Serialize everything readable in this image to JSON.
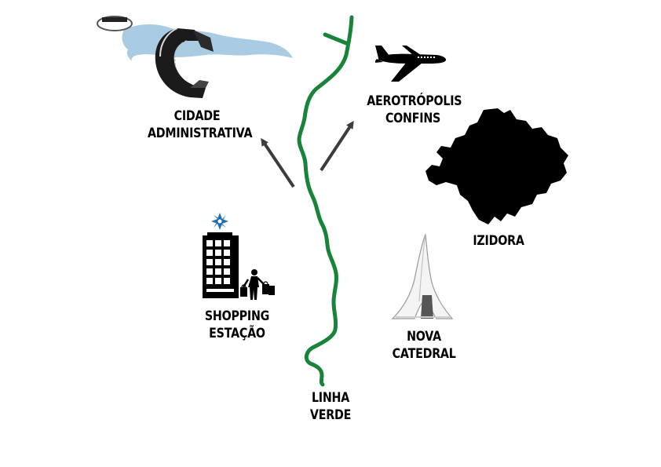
{
  "labels": {
    "cidade_administrativa": [
      "CIDADE",
      "ADMINISTRATIVA"
    ],
    "aerotropolis_confins": [
      "AEROTRÓPOLIS",
      "CONFINS"
    ],
    "izidora": [
      "IZIDORA"
    ],
    "shopping_estacao": [
      "SHOPPING",
      "ESTAÇÃO"
    ],
    "nova_catedral": [
      "NOVA",
      "CATEDRAL"
    ],
    "linha_verde": [
      "LINHA",
      "VERDE"
    ]
  },
  "colors": {
    "line": "#17843a",
    "arrow": "#3c3c3c",
    "sky_blue": "#a9cce3",
    "logo_blue": "#1f6fb0",
    "icon_black": "#000000"
  },
  "icons": [
    "cidade-administrativa-building-icon",
    "airplane-icon",
    "izidora-map-icon",
    "shopping-building-icon",
    "shopper-icon",
    "cathedral-icon"
  ]
}
